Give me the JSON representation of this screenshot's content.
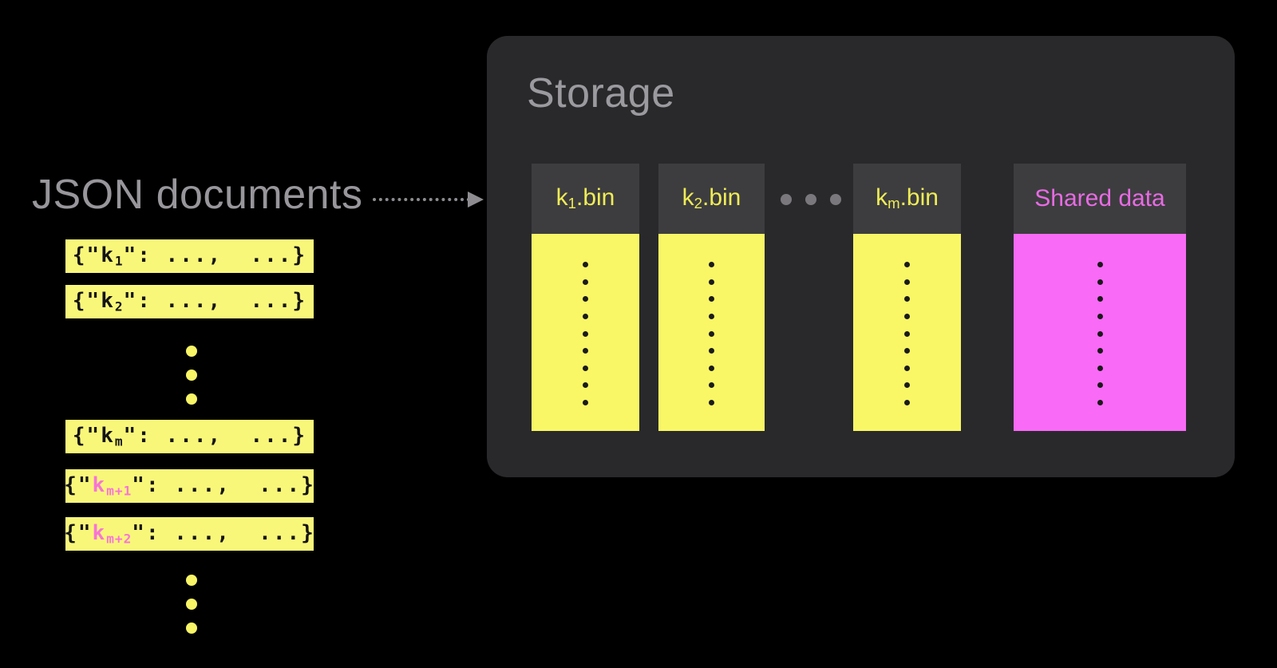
{
  "left": {
    "title": "JSON documents",
    "documents": [
      {
        "prefix": "{\"",
        "key": "k",
        "sub": "1",
        "suffix": "\": ...,  ...}",
        "highlight": false
      },
      {
        "prefix": "{\"",
        "key": "k",
        "sub": "2",
        "suffix": "\": ...,  ...}",
        "highlight": false
      },
      {
        "prefix": "{\"",
        "key": "k",
        "sub": "m",
        "suffix": "\": ...,  ...}",
        "highlight": false
      },
      {
        "prefix": "{\"",
        "key": "k",
        "sub": "m+1",
        "suffix": "\": ...,  ...}",
        "highlight": true
      },
      {
        "prefix": "{\"",
        "key": "k",
        "sub": "m+2",
        "suffix": "\": ...,  ...}",
        "highlight": true
      }
    ],
    "ellipsis_dots": 3
  },
  "storage": {
    "title": "Storage",
    "columns": [
      {
        "key": "k",
        "sub": "1",
        "suffix": ".bin"
      },
      {
        "key": "k",
        "sub": "2",
        "suffix": ".bin"
      },
      {
        "key": "k",
        "sub": "m",
        "suffix": ".bin"
      },
      {
        "label": "Shared data"
      }
    ],
    "ellipsis_dots": 3,
    "dots_per_column": 9
  },
  "colors": {
    "background": "#000000",
    "title_gray": "#98969B",
    "bar_yellow": "#F9F77A",
    "column_yellow": "#F9F765",
    "shared_magenta": "#F96AF6",
    "key_pink": "#F974D6",
    "shared_header_pink": "#E76BE3",
    "header_yellow_text": "#EFEC57",
    "storage_box_bg": "#29292C",
    "column_header_bg": "#3D3D3F",
    "ellipsis_gray": "#7B787D",
    "dot_black": "#1A1A1A",
    "arrow_gray": "#8E8C90"
  }
}
